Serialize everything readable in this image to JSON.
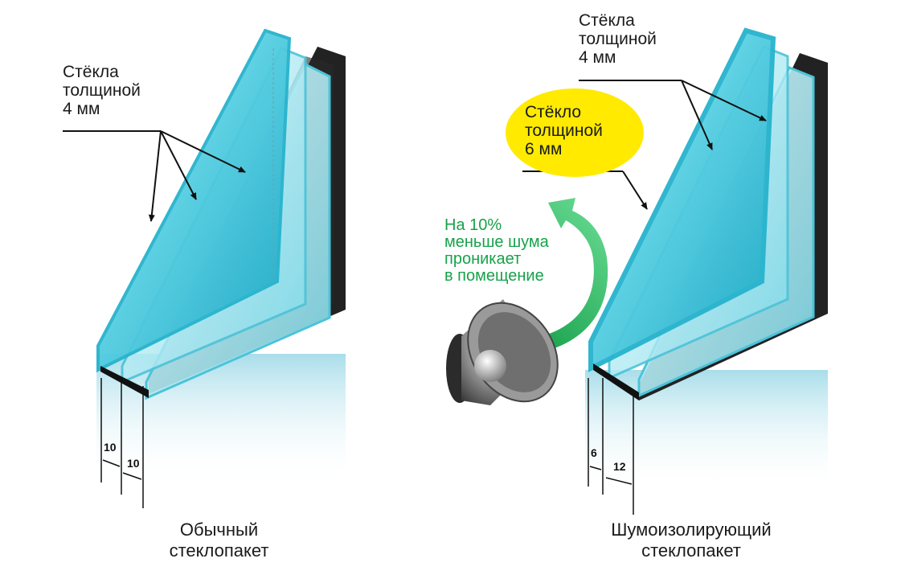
{
  "left_unit": {
    "glass_label": [
      "Стёкла",
      "толщиной",
      "4 мм"
    ],
    "gap_1": "10",
    "gap_2": "10",
    "caption": [
      "Обычный",
      "стеклопакет"
    ]
  },
  "right_unit": {
    "glass_label": [
      "Стёкла",
      "толщиной",
      "4 мм"
    ],
    "thick_glass_label": [
      "Стёкло",
      "толщиной",
      "6 мм"
    ],
    "gap_1": "6",
    "gap_2": "12",
    "caption": [
      "Шумоизолирующий",
      "стеклопакет"
    ]
  },
  "noise_note": [
    "На 10%",
    "меньше шума",
    "проникает",
    "в помещение"
  ],
  "colors": {
    "glass": "#3fc7dc",
    "glass_light": "#b8edf5",
    "frame": "#1c1c1c",
    "highlight": "#ffea00",
    "arrow": "#1fb25a",
    "note_text": "#17a24a"
  }
}
